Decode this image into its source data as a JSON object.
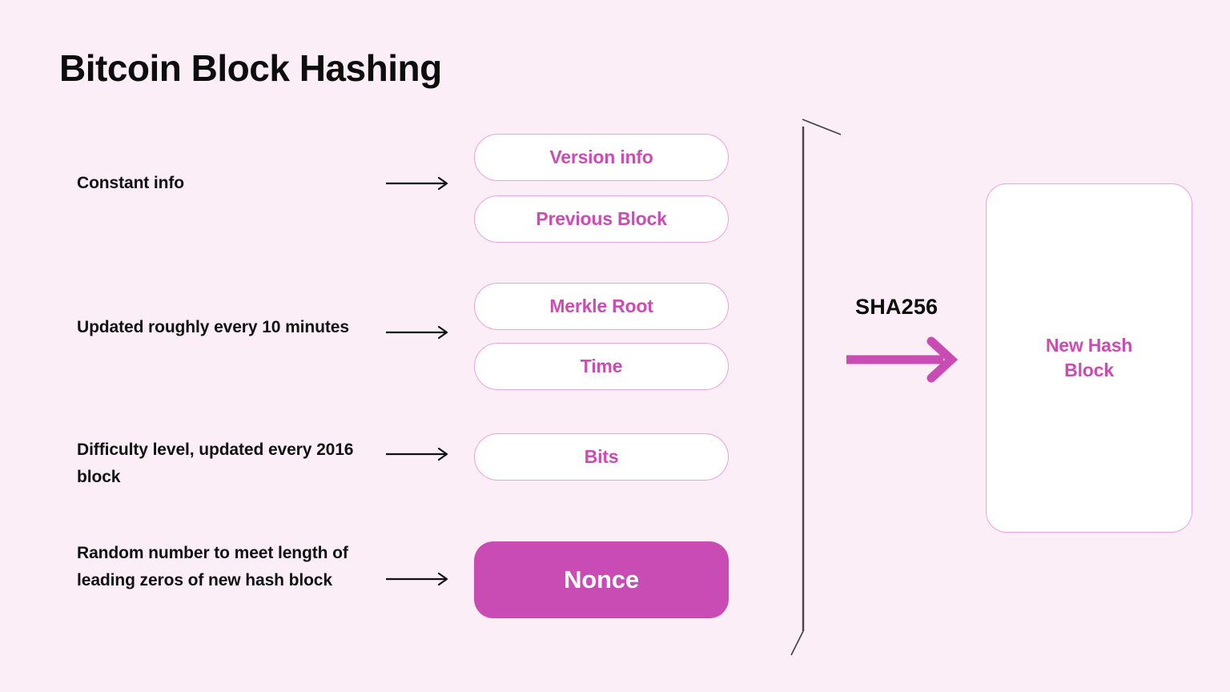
{
  "page": {
    "title": "Bitcoin Block Hashing",
    "background_color": "#fbeef7",
    "accent_color": "#cc4bb4",
    "border_color": "#e9a3dc",
    "text_color": "#111111"
  },
  "descriptions": [
    {
      "id": "constant-info",
      "text": "Constant info",
      "arrow": "right-arrow-icon"
    },
    {
      "id": "updated-10-minutes",
      "text": "Updated roughly every 10 minutes",
      "arrow": "right-arrow-icon"
    },
    {
      "id": "difficulty-level",
      "text": "Difficulty level, updated every 2016 block",
      "arrow": "right-arrow-icon"
    },
    {
      "id": "random-number",
      "text": "Random number to meet length of leading zeros of new hash block",
      "arrow": "right-arrow-icon"
    }
  ],
  "block_fields": [
    {
      "id": "version-info",
      "label": "Version info",
      "style": "outline"
    },
    {
      "id": "previous-block",
      "label": "Previous Block",
      "style": "outline"
    },
    {
      "id": "merkle-root",
      "label": "Merkle Root",
      "style": "outline"
    },
    {
      "id": "time",
      "label": "Time",
      "style": "outline"
    },
    {
      "id": "bits",
      "label": "Bits",
      "style": "outline"
    },
    {
      "id": "nonce",
      "label": "Nonce",
      "style": "filled"
    }
  ],
  "process": {
    "brace": "curly-brace-icon",
    "function_label": "SHA256",
    "arrow": "thick-right-arrow-icon",
    "arrow_color": "#c94cb4"
  },
  "result": {
    "line1": "New Hash",
    "line2": "Block"
  }
}
